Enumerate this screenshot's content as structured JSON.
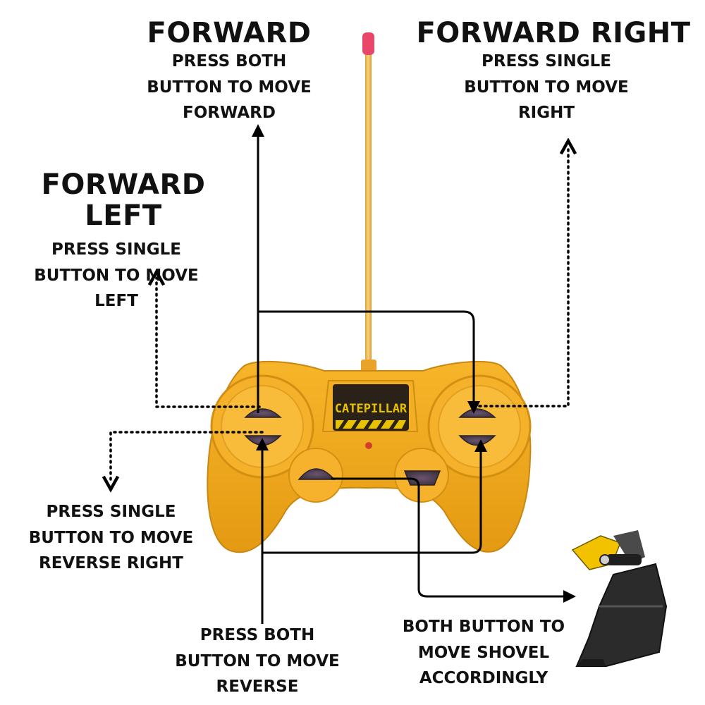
{
  "labels": {
    "forward": {
      "title": "FORWARD",
      "lines": [
        "PRESS BOTH",
        "BUTTON TO MOVE",
        "FORWARD"
      ]
    },
    "forward_right": {
      "title": "FORWARD RIGHT",
      "lines": [
        "PRESS SINGLE",
        "BUTTON TO MOVE",
        "RIGHT"
      ]
    },
    "forward_left": {
      "title": "FORWARD LEFT",
      "lines": [
        "PRESS SINGLE",
        "BUTTON TO MOVE",
        "LEFT"
      ]
    },
    "reverse_right": {
      "lines": [
        "PRESS SINGLE",
        "BUTTON TO MOVE",
        "REVERSE RIGHT"
      ]
    },
    "reverse": {
      "lines": [
        "PRESS BOTH",
        "BUTTON TO MOVE",
        "REVERSE"
      ]
    },
    "shovel": {
      "lines": [
        "BOTH BUTTON TO",
        "MOVE SHOVEL",
        "ACCORDINGLY"
      ]
    }
  },
  "controller": {
    "brand_text": "CATEPILLAR",
    "body_color": "#F2A81E",
    "brand_color": "#E8C200"
  }
}
